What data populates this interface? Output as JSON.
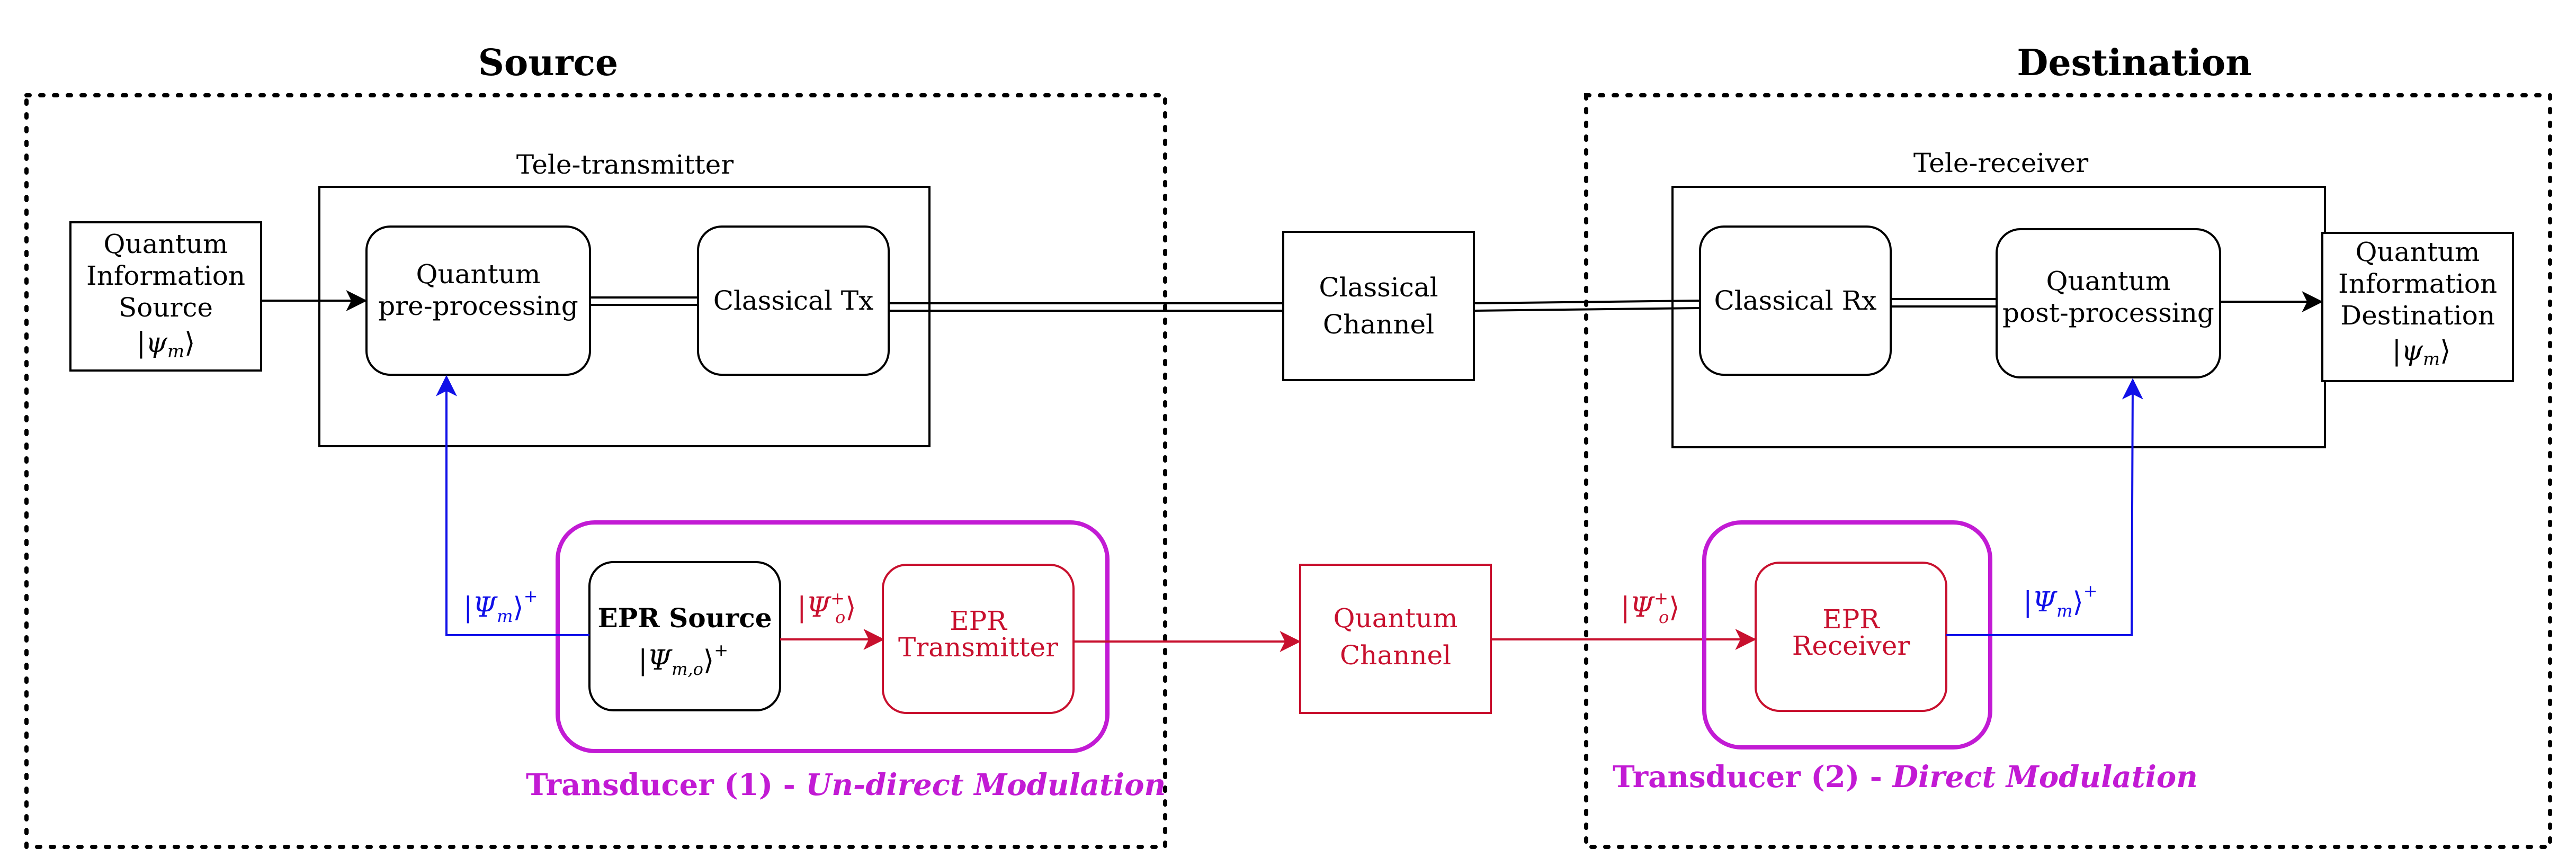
{
  "colors": {
    "black": "#000000",
    "red": "#c8102e",
    "blue": "#1010e8",
    "magenta": "#c21bd4"
  },
  "source": {
    "title": "Source",
    "tele_transmitter": "Tele-transmitter",
    "qis_line1": "Quantum",
    "qis_line2": "Information",
    "qis_line3": "Source",
    "qis_state": "|ψ",
    "qis_state_sub": "m",
    "qis_state_close": "⟩",
    "qpre_line1": "Quantum",
    "qpre_line2": "pre-processing",
    "classical_tx": "Classical Tx",
    "psi_m_plus": "|Ψ",
    "psi_m_plus_sub": "m",
    "psi_m_plus_close": "⟩",
    "psi_m_plus_sup": "+",
    "epr_source_title": "EPR Source",
    "epr_source_state": "|Ψ",
    "epr_source_state_sub": "m,o",
    "epr_source_state_close": "⟩",
    "epr_source_state_sup": "+",
    "psi_o_plus": "|Ψ",
    "psi_o_plus_sup": "+",
    "psi_o_plus_sub": "o",
    "psi_o_plus_close": "⟩",
    "epr_tx_line1": "EPR",
    "epr_tx_line2": "Transmitter",
    "transducer_prefix": "Transducer (1) - ",
    "transducer_mode": "Un-direct Modulation"
  },
  "channels": {
    "classical_line1": "Classical",
    "classical_line2": "Channel",
    "quantum_line1": "Quantum",
    "quantum_line2": "Channel"
  },
  "destination": {
    "title": "Destination",
    "tele_receiver": "Tele-receiver",
    "classical_rx": "Classical Rx",
    "qpost_line1": "Quantum",
    "qpost_line2": "post-processing",
    "qid_line1": "Quantum",
    "qid_line2": "Information",
    "qid_line3": "Destination",
    "qid_state": "|ψ",
    "qid_state_sub": "m",
    "qid_state_close": "⟩",
    "psi_o_plus": "|Ψ",
    "psi_o_plus_sup": "+",
    "psi_o_plus_sub": "o",
    "psi_o_plus_close": "⟩",
    "epr_rx_line1": "EPR",
    "epr_rx_line2": "Receiver",
    "psi_m_plus": "|Ψ",
    "psi_m_plus_sub": "m",
    "psi_m_plus_close": "⟩",
    "psi_m_plus_sup": "+",
    "transducer_prefix": "Transducer (2) - ",
    "transducer_mode": "Direct Modulation"
  }
}
